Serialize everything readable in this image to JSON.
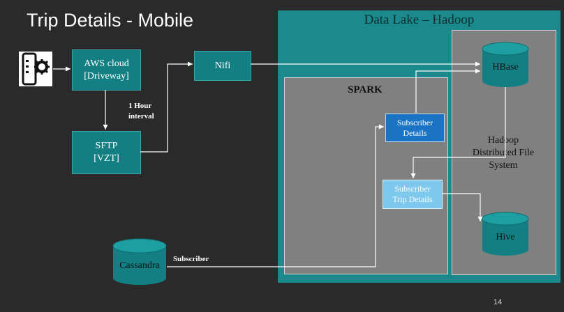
{
  "title": "Trip Details - Mobile",
  "data_lake": {
    "title": "Data Lake – Hadoop"
  },
  "spark": {
    "label": "SPARK"
  },
  "hdfs": {
    "label_line1": "Hadoop",
    "label_line2": "Distributed File",
    "label_line3": "System"
  },
  "nodes": {
    "aws_line1": "AWS cloud",
    "aws_line2": "[Driveway]",
    "sftp_line1": "SFTP",
    "sftp_line2": "[VZT]",
    "nifi": "Nifi",
    "hbase": "HBase",
    "hive": "Hive",
    "cassandra": "Cassandra",
    "subscriber_details_line1": "Subscriber",
    "subscriber_details_line2": "Details",
    "subscriber_trip_line1": "Subscriber",
    "subscriber_trip_line2": "Trip Details"
  },
  "edges": {
    "interval_line1": "1 Hour",
    "interval_line2": "interval",
    "subscriber": "Subscriber"
  },
  "page_number": "14",
  "icons": {
    "mobile": "mobile-settings-icon"
  },
  "colors": {
    "background": "#2a2a2a",
    "data_lake": "#1a8a8c",
    "node": "#137f82",
    "subscriber_details": "#1a73c4",
    "subscriber_trip": "#7ec8ee"
  }
}
